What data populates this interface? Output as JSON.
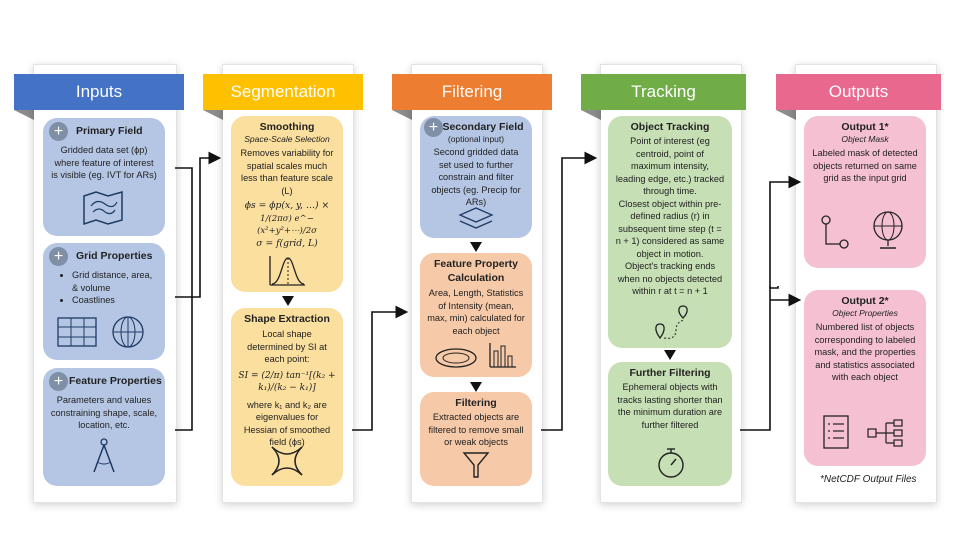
{
  "stages": {
    "inputs": {
      "label": "Inputs",
      "color": "#4472c4"
    },
    "segmentation": {
      "label": "Segmentation",
      "color": "#ffc000"
    },
    "filtering": {
      "label": "Filtering",
      "color": "#ed7d31"
    },
    "tracking": {
      "label": "Tracking",
      "color": "#70ad47"
    },
    "outputs": {
      "label": "Outputs",
      "color": "#e8688e"
    }
  },
  "inputs": {
    "primary": {
      "title": "Primary Field",
      "text": "Gridded data set (ϕp) where feature of interest is visible (eg. IVT for ARs)"
    },
    "grid": {
      "title": "Grid Properties",
      "items": [
        "Grid distance, area, & volume",
        "Coastlines"
      ]
    },
    "feature": {
      "title": "Feature Properties",
      "text": "Parameters and values constraining shape, scale, location, etc."
    }
  },
  "segmentation": {
    "smoothing": {
      "title": "Smoothing",
      "subtitle": "Space-Scale Selection",
      "text": "Removes variability for spatial scales much less than feature scale (L)",
      "eq1": "ϕs = ϕp(x, y, …) ×",
      "eq2": "1/(2πσ) e^−(x²+y²+⋯)/2σ",
      "eq3": "σ = f(grid, L)"
    },
    "shape": {
      "title": "Shape Extraction",
      "text": "Local shape determined by SI at each point:",
      "eq": "SI = (2/π) tan⁻¹[(k₂ + k₁)/(k₂ − k₁)]",
      "text2": "where k₁ and k₂ are eigenvalues for Hessian of smoothed field (ϕs)"
    }
  },
  "filtering": {
    "secondary": {
      "title": "Secondary Field",
      "subtitle": "(optional input)",
      "text": "Second gridded data set used to further constrain and filter objects (eg. Precip for ARs)"
    },
    "calc": {
      "title": "Feature Property Calculation",
      "text": "Area, Length, Statistics of Intensity (mean, max, min) calculated for each object"
    },
    "filter": {
      "title": "Filtering",
      "text": "Extracted objects are filtered to remove small or weak objects"
    }
  },
  "tracking": {
    "object": {
      "title": "Object Tracking",
      "text1": "Point of interest (eg centroid, point of maximum intensity, leading edge, etc.) tracked through time.",
      "text2": "Closest object within pre-defined radius (r) in subsequent time step (t = n + 1) considered as same object in motion.",
      "text3": "Object's tracking ends when no objects detected within r at t = n + 1"
    },
    "further": {
      "title": "Further Filtering",
      "text": "Ephemeral objects with tracks lasting shorter than the minimum duration are further filtered"
    }
  },
  "outputs": {
    "out1": {
      "title": "Output 1*",
      "subtitle": "Object Mask",
      "text": "Labeled mask of detected objects returned on same grid as the input grid"
    },
    "out2": {
      "title": "Output 2*",
      "subtitle": "Object Properties",
      "text": "Numbered list of objects corresponding to labeled mask, and the properties and statistics associated with each object"
    },
    "footnote": "*NetCDF Output Files"
  }
}
